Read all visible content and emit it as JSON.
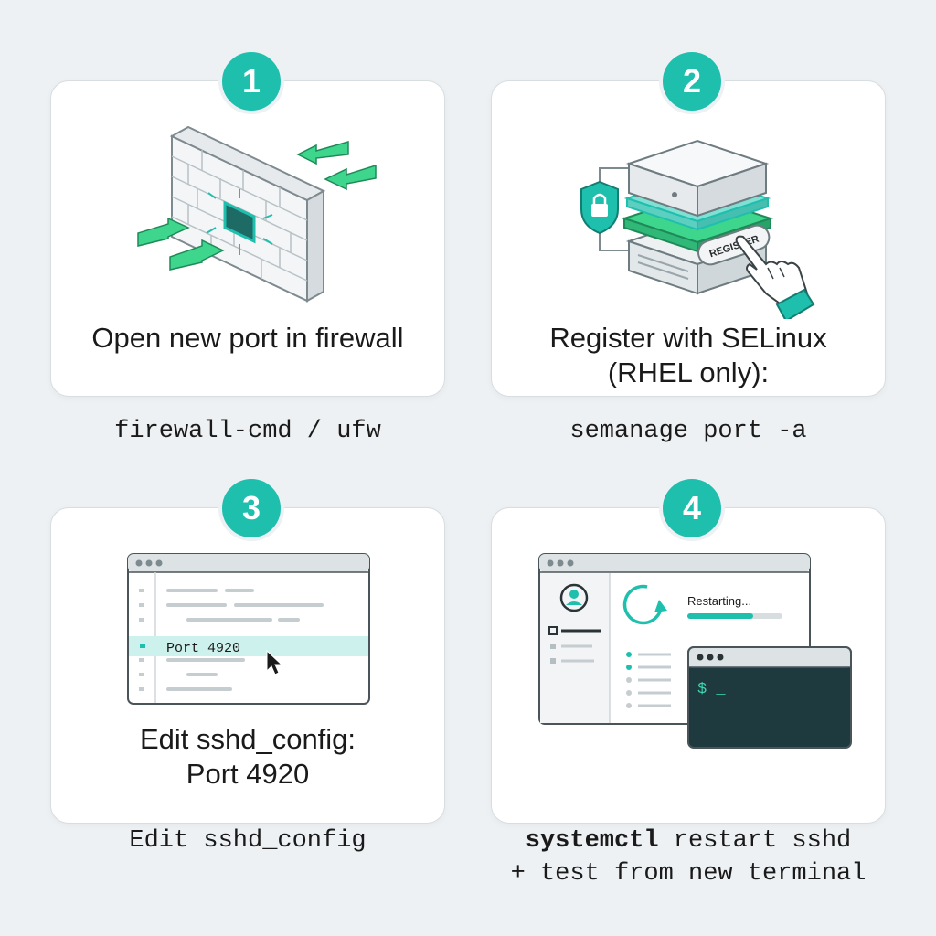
{
  "steps": [
    {
      "number": "1",
      "title": "Open new port in firewall",
      "caption": "firewall-cmd / ufw"
    },
    {
      "number": "2",
      "title": "Register with SELinux\n(RHEL only):",
      "caption": "semanage port -a",
      "illustration_label": "REGISTER"
    },
    {
      "number": "3",
      "title": "Edit sshd_config:\nPort 4920",
      "caption": "Edit sshd_config",
      "editor_line": "Port 4920"
    },
    {
      "number": "4",
      "caption_bold": "systemctl",
      "caption_rest": " restart sshd",
      "caption_line2": "+ test from new terminal",
      "status_text": "Restarting...",
      "prompt_text": "$ _"
    }
  ],
  "colors": {
    "accent": "#1fbfae",
    "green_arrow": "#3dd68c",
    "terminal_bg": "#1e3a3f",
    "card_border": "#d7dde0",
    "background": "#edf1f3"
  },
  "icons": [
    "firewall-wall-icon",
    "arrow-icon",
    "server-stack-icon",
    "shield-lock-icon",
    "pointing-hand-icon",
    "mouse-cursor-icon",
    "user-avatar-icon",
    "restart-icon"
  ]
}
